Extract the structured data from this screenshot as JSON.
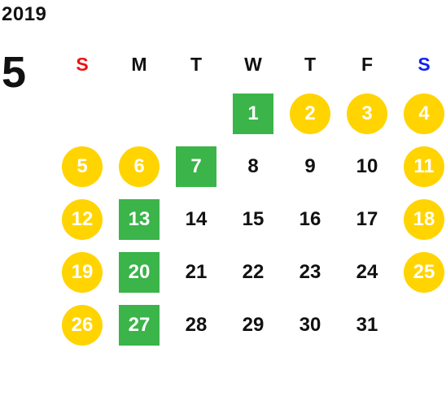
{
  "year": "2019",
  "month": "5",
  "colors": {
    "sunday": "#EE1111",
    "saturday": "#1122EE",
    "holiday": "#FFD400",
    "event": "#3BB44A"
  },
  "weekdays": [
    "S",
    "M",
    "T",
    "W",
    "T",
    "F",
    "S"
  ],
  "weeks": [
    [
      {
        "day": "",
        "type": "empty"
      },
      {
        "day": "",
        "type": "empty"
      },
      {
        "day": "",
        "type": "empty"
      },
      {
        "day": "1",
        "type": "event"
      },
      {
        "day": "2",
        "type": "holiday"
      },
      {
        "day": "3",
        "type": "holiday"
      },
      {
        "day": "4",
        "type": "holiday"
      }
    ],
    [
      {
        "day": "5",
        "type": "holiday"
      },
      {
        "day": "6",
        "type": "holiday"
      },
      {
        "day": "7",
        "type": "event"
      },
      {
        "day": "8",
        "type": "normal"
      },
      {
        "day": "9",
        "type": "normal"
      },
      {
        "day": "10",
        "type": "normal"
      },
      {
        "day": "11",
        "type": "holiday"
      }
    ],
    [
      {
        "day": "12",
        "type": "holiday"
      },
      {
        "day": "13",
        "type": "event"
      },
      {
        "day": "14",
        "type": "normal"
      },
      {
        "day": "15",
        "type": "normal"
      },
      {
        "day": "16",
        "type": "normal"
      },
      {
        "day": "17",
        "type": "normal"
      },
      {
        "day": "18",
        "type": "holiday"
      }
    ],
    [
      {
        "day": "19",
        "type": "holiday"
      },
      {
        "day": "20",
        "type": "event"
      },
      {
        "day": "21",
        "type": "normal"
      },
      {
        "day": "22",
        "type": "normal"
      },
      {
        "day": "23",
        "type": "normal"
      },
      {
        "day": "24",
        "type": "normal"
      },
      {
        "day": "25",
        "type": "holiday"
      }
    ],
    [
      {
        "day": "26",
        "type": "holiday"
      },
      {
        "day": "27",
        "type": "event"
      },
      {
        "day": "28",
        "type": "normal"
      },
      {
        "day": "29",
        "type": "normal"
      },
      {
        "day": "30",
        "type": "normal"
      },
      {
        "day": "31",
        "type": "normal"
      },
      {
        "day": "",
        "type": "empty"
      }
    ]
  ]
}
